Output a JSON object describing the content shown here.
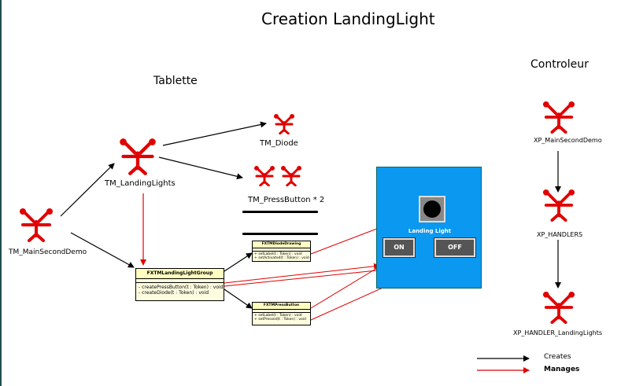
{
  "title": "Creation LandingLight",
  "sections": {
    "tablette": "Tablette",
    "controleur": "Controleur"
  },
  "nodes": {
    "tm_main": "TM_MainSecondDemo",
    "tm_landing": "TM_LandingLights",
    "tm_diode": "TM_Diode",
    "tm_press": "TM_PressButton * 2",
    "xp_main": "XP_MainSecondDemo",
    "xp_handlers": "XP_HANDLERS",
    "xp_handler_landing": "XP_HANDLER_LandingLights"
  },
  "uml": {
    "group": {
      "name": "FXTMLandingLightGroup",
      "ops": [
        "- createPressButton(t : Token) : void",
        "- createDiode(t : Token) : void"
      ]
    },
    "diode": {
      "name": "FXTMDiodeDrawing",
      "ops": [
        "+ setLabel(t : Token) : void",
        "+ setActivated(t : Token) : void"
      ]
    },
    "press": {
      "name": "FXTMPressButton",
      "ops": [
        "+ setLabel(t : Token) : void",
        "+ setPressed(t : Token) : void"
      ]
    }
  },
  "panel": {
    "label": "Landing Light",
    "on": "ON",
    "off": "OFF"
  },
  "legend": {
    "creates": "Creates",
    "manages": "Manages"
  },
  "colors": {
    "actor": "#e00000",
    "create_arrow": "#000000",
    "manage_arrow": "#e00000",
    "panel_bg": "#0a98f0"
  }
}
